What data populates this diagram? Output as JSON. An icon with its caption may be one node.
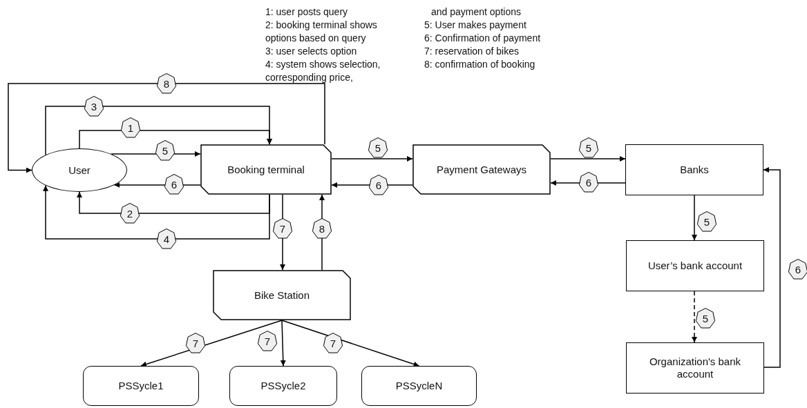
{
  "diagram": {
    "nodes": [
      {
        "text": [
          "User"
        ]
      },
      {
        "text": [
          "Booking terminal"
        ]
      },
      {
        "text": [
          "Payment Gateways"
        ]
      },
      {
        "text": [
          "Banks"
        ]
      },
      {
        "text": [
          "User’s bank account"
        ]
      },
      {
        "text": [
          "Organization's bank account"
        ]
      },
      {
        "text": [
          "Bike Station"
        ]
      },
      {
        "text": [
          "PSSycle1"
        ]
      },
      {
        "text": [
          "PSSycle2"
        ]
      },
      {
        "text": [
          "PSSycleN"
        ]
      }
    ],
    "edges": [
      {
        "from": 0,
        "to": 1,
        "arrow": "to",
        "label": "1"
      },
      {
        "from": 1,
        "to": 0,
        "arrow": "to",
        "label": "2"
      },
      {
        "from": 0,
        "to": 1,
        "arrow": "to",
        "label": "3"
      },
      {
        "from": 1,
        "to": 0,
        "arrow": "to",
        "label": "4"
      },
      {
        "from": 0,
        "to": 1,
        "arrow": "to",
        "label": "5"
      },
      {
        "from": 1,
        "to": 0,
        "arrow": "to",
        "label": "6"
      },
      {
        "from": 1,
        "to": 0,
        "arrow": "to",
        "label": "8"
      },
      {
        "from": 1,
        "to": 2,
        "arrow": "to",
        "label": "5"
      },
      {
        "from": 2,
        "to": 1,
        "arrow": "to",
        "label": "6"
      },
      {
        "from": 2,
        "to": 3,
        "arrow": "to",
        "label": "5"
      },
      {
        "from": 3,
        "to": 2,
        "arrow": "to",
        "label": "6"
      },
      {
        "from": 3,
        "to": 4,
        "arrow": "to",
        "label": "5"
      },
      {
        "from": 4,
        "to": 5,
        "arrow": "to",
        "label": "5",
        "style": "dashed"
      },
      {
        "from": 5,
        "to": 3,
        "arrow": "to",
        "label": "6"
      },
      {
        "from": 1,
        "to": 6,
        "arrow": "to",
        "label": "7"
      },
      {
        "from": 6,
        "to": 1,
        "arrow": "to",
        "label": "8"
      },
      {
        "from": 6,
        "to": 7,
        "arrow": "to",
        "label": "7"
      },
      {
        "from": 6,
        "to": 8,
        "arrow": "to",
        "label": "7"
      },
      {
        "from": 6,
        "to": 9,
        "arrow": "to",
        "label": "7"
      }
    ],
    "labels": [
      "1: user posts query",
      "2: booking terminal shows options based on query",
      "3: user selects option",
      "4: system shows selection, corresponding price,",
      "and payment options",
      "5: User makes payment",
      "6: Confirmation of payment",
      "7: reservation of bikes",
      "8: confirmation of booking"
    ]
  }
}
